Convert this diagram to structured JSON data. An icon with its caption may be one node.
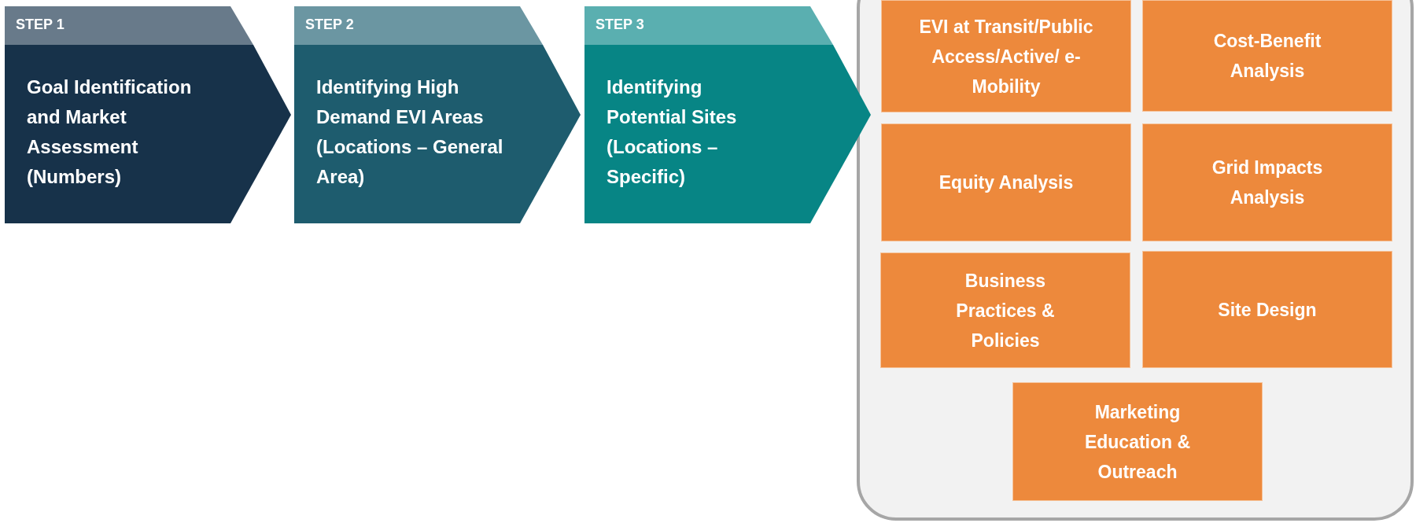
{
  "diagram": {
    "nodes": [
      {
        "text": [
          "STEP 1",
          "Goal Identification and Market Assessment (Numbers)"
        ]
      },
      {
        "text": [
          "STEP 2",
          "Identifying High Demand EVI Areas (Locations – General Area)"
        ]
      },
      {
        "text": [
          "STEP 3",
          "Identifying Potential Sites (Locations – Specific)"
        ]
      },
      {
        "text": [],
        "shape": "box"
      },
      {
        "text": [
          "EVI at Transit/Public Access/Active/ e-Mobility"
        ],
        "in": 3
      },
      {
        "text": [
          "Cost-Benefit Analysis"
        ],
        "in": 3
      },
      {
        "text": [
          "Equity Analysis"
        ],
        "in": 3
      },
      {
        "text": [
          "Grid Impacts Analysis"
        ],
        "in": 3
      },
      {
        "text": [
          "Business Practices & Policies"
        ],
        "in": 3
      },
      {
        "text": [
          "Site Design"
        ],
        "in": 3
      },
      {
        "text": [
          "Marketing Education & Outreach"
        ],
        "in": 3
      }
    ],
    "edges": []
  }
}
